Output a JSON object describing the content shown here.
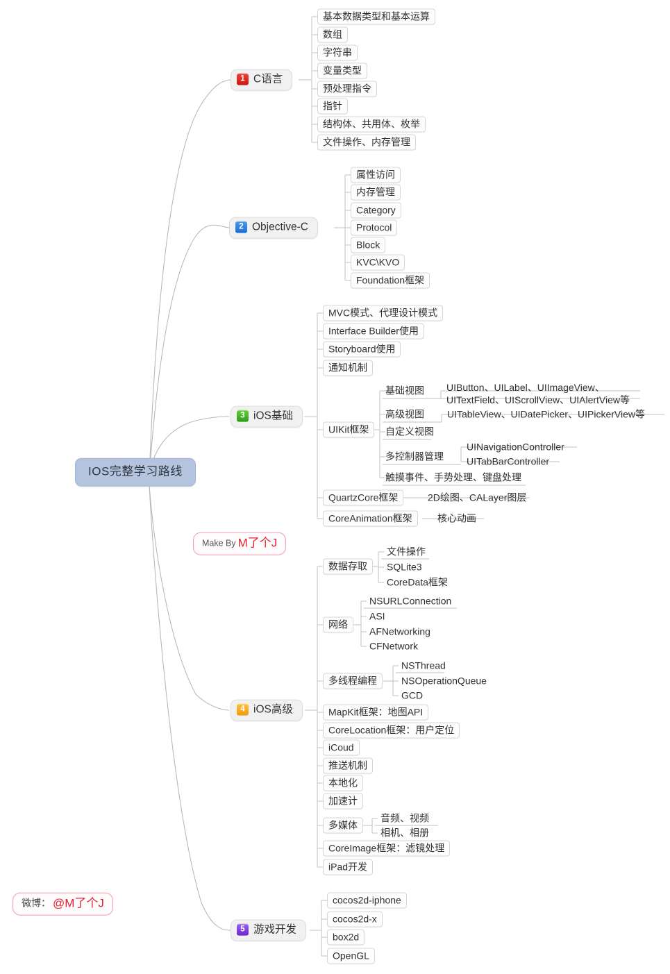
{
  "root": {
    "label": "IOS完整学习路线"
  },
  "stamps": {
    "make_by_prefix": "Make By",
    "make_by_name": "M了个J",
    "weibo_prefix": "微博：",
    "weibo_handle": "@M了个J"
  },
  "colors": {
    "root_bg": "#b4c4de",
    "branch_bg": "#f1f1f1",
    "leaf_bg": "#fdfdfd",
    "badge_1": "#d6201b",
    "badge_2": "#1a6fd4",
    "badge_3": "#2e9e16",
    "badge_4": "#f09a0d",
    "badge_5": "#6a28cf",
    "stamp_border": "#f0a0ae",
    "stamp_accent": "#e8202f",
    "wire": "#b9b9b9"
  },
  "branches": [
    {
      "index": "1",
      "label": "C语言",
      "badge_color": "#d6201b",
      "leaves": [
        "基本数据类型和基本运算",
        "数组",
        "字符串",
        "变量类型",
        "预处理指令",
        "指针",
        "结构体、共用体、枚举",
        "文件操作、内存管理"
      ]
    },
    {
      "index": "2",
      "label": "Objective-C",
      "badge_color": "#1a6fd4",
      "leaves": [
        "属性访问",
        "内存管理",
        "Category",
        "Protocol",
        "Block",
        "KVC\\KVO",
        "Foundation框架"
      ]
    },
    {
      "index": "3",
      "label": "iOS基础",
      "badge_color": "#2e9e16",
      "leaves": [
        "MVC模式、代理设计模式",
        "Interface Builder使用",
        "Storyboard使用",
        "通知机制",
        "UIKit框架",
        "QuartzCore框架",
        "CoreAnimation框架"
      ],
      "uikit": {
        "label": "UIKit框架",
        "children": [
          {
            "label": "基础视图",
            "detail": "UIButton、UILabel、UIImageView、\nUITextField、UIScrollView、UIAlertView等"
          },
          {
            "label": "高级视图",
            "detail": "UITableView、UIDatePicker、UIPickerView等"
          },
          {
            "label": "自定义视图",
            "detail": ""
          },
          {
            "label": "多控制器管理",
            "detail": "",
            "items": [
              "UINavigationController",
              "UITabBarController"
            ]
          },
          {
            "label": "触摸事件、手势处理、键盘处理",
            "detail": ""
          }
        ]
      },
      "quartzcore_detail": "2D绘图、CALayer图层",
      "coreanimation_detail": "核心动画"
    },
    {
      "index": "4",
      "label": "iOS高级",
      "badge_color": "#f09a0d",
      "groups": [
        {
          "label": "数据存取",
          "items": [
            "文件操作",
            "SQLite3",
            "CoreData框架"
          ]
        },
        {
          "label": "网络",
          "items": [
            "NSURLConnection",
            "ASI",
            "AFNetworking",
            "CFNetwork"
          ]
        },
        {
          "label": "多线程编程",
          "items": [
            "NSThread",
            "NSOperationQueue",
            "GCD"
          ]
        }
      ],
      "leaves": [
        "MapKit框架：地图API",
        "CoreLocation框架：用户定位",
        "iCoud",
        "推送机制",
        "本地化",
        "加速计"
      ],
      "multimedia": {
        "label": "多媒体",
        "items": [
          "音频、视频",
          "相机、相册"
        ]
      },
      "tail_leaves": [
        "CoreImage框架：滤镜处理",
        "iPad开发"
      ]
    },
    {
      "index": "5",
      "label": "游戏开发",
      "badge_color": "#6a28cf",
      "leaves": [
        "cocos2d-iphone",
        "cocos2d-x",
        "box2d",
        "OpenGL"
      ]
    }
  ]
}
